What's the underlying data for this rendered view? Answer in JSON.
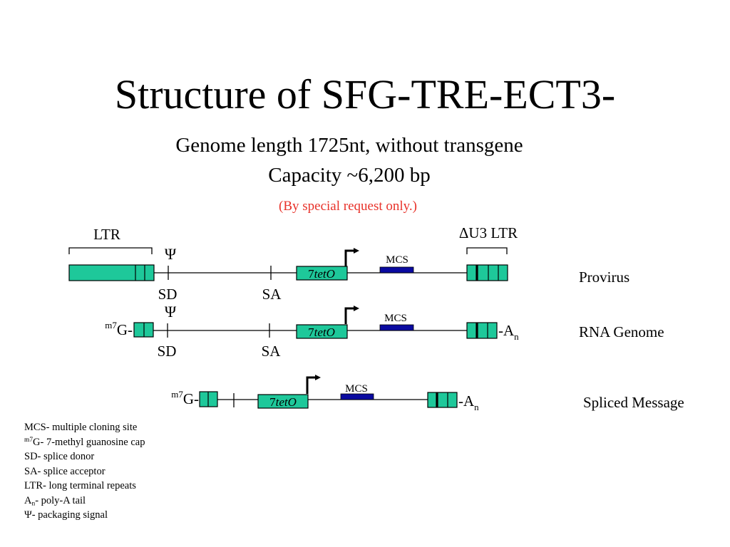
{
  "title": "Structure of SFG-TRE-ECT3-",
  "subtitle_line1": "Genome length 1725nt, without transgene",
  "subtitle_line2": "Capacity ~6,200 bp",
  "note": "(By special request only.)",
  "colors": {
    "ltr_fill": "#1ec89a",
    "mcs_fill": "#0a0aa0",
    "note_text": "#e8322a",
    "line": "#000000"
  },
  "labels": {
    "ltr": "LTR",
    "delta_u3_ltr": "ΔU3 LTR",
    "psi": "Ψ",
    "sd": "SD",
    "sa": "SA",
    "mcs": "MCS",
    "tet_prefix": "7",
    "tet_italic": "tetO",
    "cap_sup": "m7",
    "cap_base": "G-",
    "polya_base": "-A",
    "polya_sub": "n"
  },
  "rows": [
    {
      "name": "Provirus"
    },
    {
      "name": "RNA Genome"
    },
    {
      "name": "Spliced Message"
    }
  ],
  "legend": [
    {
      "text": "MCS- multiple cloning site"
    },
    {
      "sup": "m7",
      "text": "G- 7-methyl guanosine cap"
    },
    {
      "text": "SD- splice donor"
    },
    {
      "text": "SA- splice acceptor"
    },
    {
      "text": "LTR- long terminal repeats"
    },
    {
      "base": "A",
      "sub": "n",
      "text": "- poly-A tail"
    },
    {
      "text": "Ψ- packaging signal"
    }
  ]
}
